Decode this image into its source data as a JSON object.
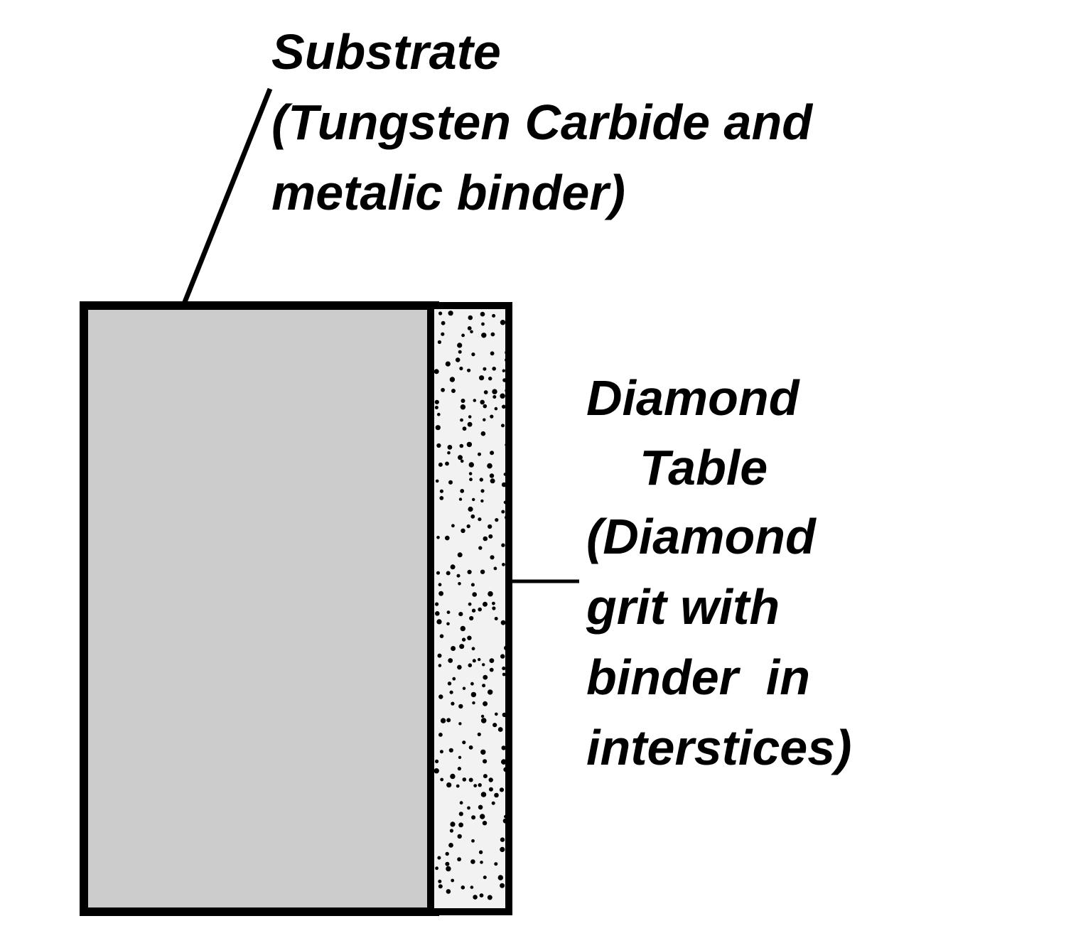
{
  "colors": {
    "outline": "#000000",
    "substrate_fill": "#cccccc",
    "diamond_table_fill": "#f2f2f2",
    "diamond_grit_dots": "#000000",
    "background": "#ffffff"
  },
  "substrate": {
    "lines": [
      "Substrate",
      "(Tungsten Carbide and",
      "metalic binder)"
    ]
  },
  "diamond_table": {
    "lines": [
      "Diamond",
      "Table",
      "(Diamond",
      "grit with",
      "binder  in",
      "interstices)"
    ]
  }
}
